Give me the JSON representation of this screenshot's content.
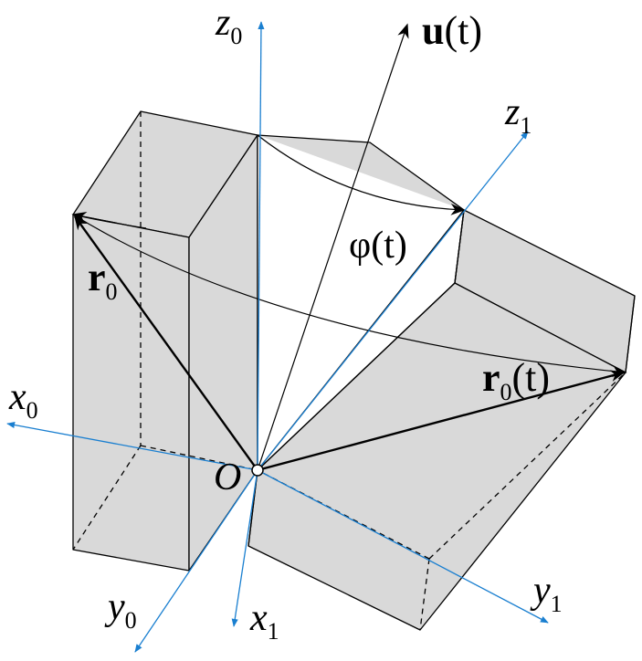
{
  "labels": {
    "z0": {
      "main": "z",
      "sub": "0"
    },
    "z1": {
      "main": "z",
      "sub": "1"
    },
    "x0": {
      "main": "x",
      "sub": "0"
    },
    "x1": {
      "main": "x",
      "sub": "1"
    },
    "y0": {
      "main": "y",
      "sub": "0"
    },
    "y1": {
      "main": "y",
      "sub": "1"
    },
    "u": {
      "bold": "u",
      "rest": "(t)"
    },
    "phi": "φ(t)",
    "r0": {
      "bold": "r",
      "sub": "0"
    },
    "r0t": {
      "bold": "r",
      "sub": "0",
      "rest": "(t)"
    },
    "origin": "O"
  },
  "colors": {
    "axis": "#1a7fd0",
    "face": "#d9d9d9",
    "edge": "#000000"
  }
}
